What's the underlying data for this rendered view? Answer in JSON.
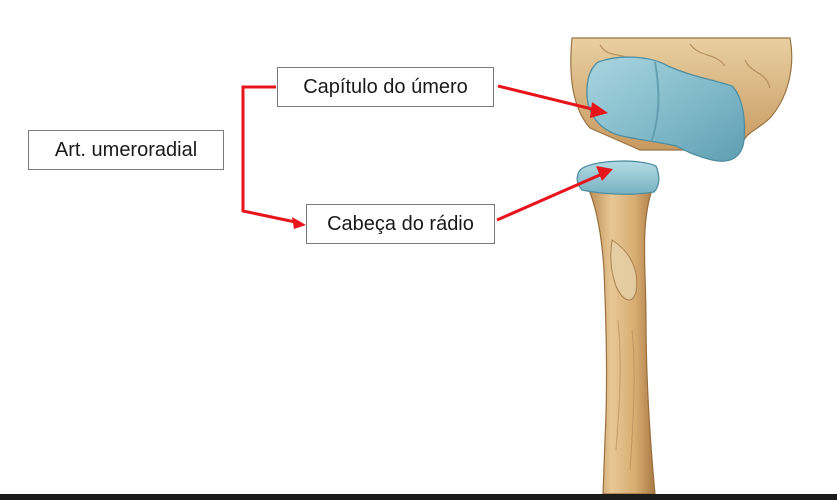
{
  "labels": {
    "joint": "Art. umeroradial",
    "capitulum": "Capítulo do úmero",
    "radial_head": "Cabeça do rádio"
  },
  "colors": {
    "arrow": "#e8141b",
    "cartilage": "#8cc3d1",
    "bone": "#d9b37c",
    "box_border": "#7a7a7a"
  }
}
